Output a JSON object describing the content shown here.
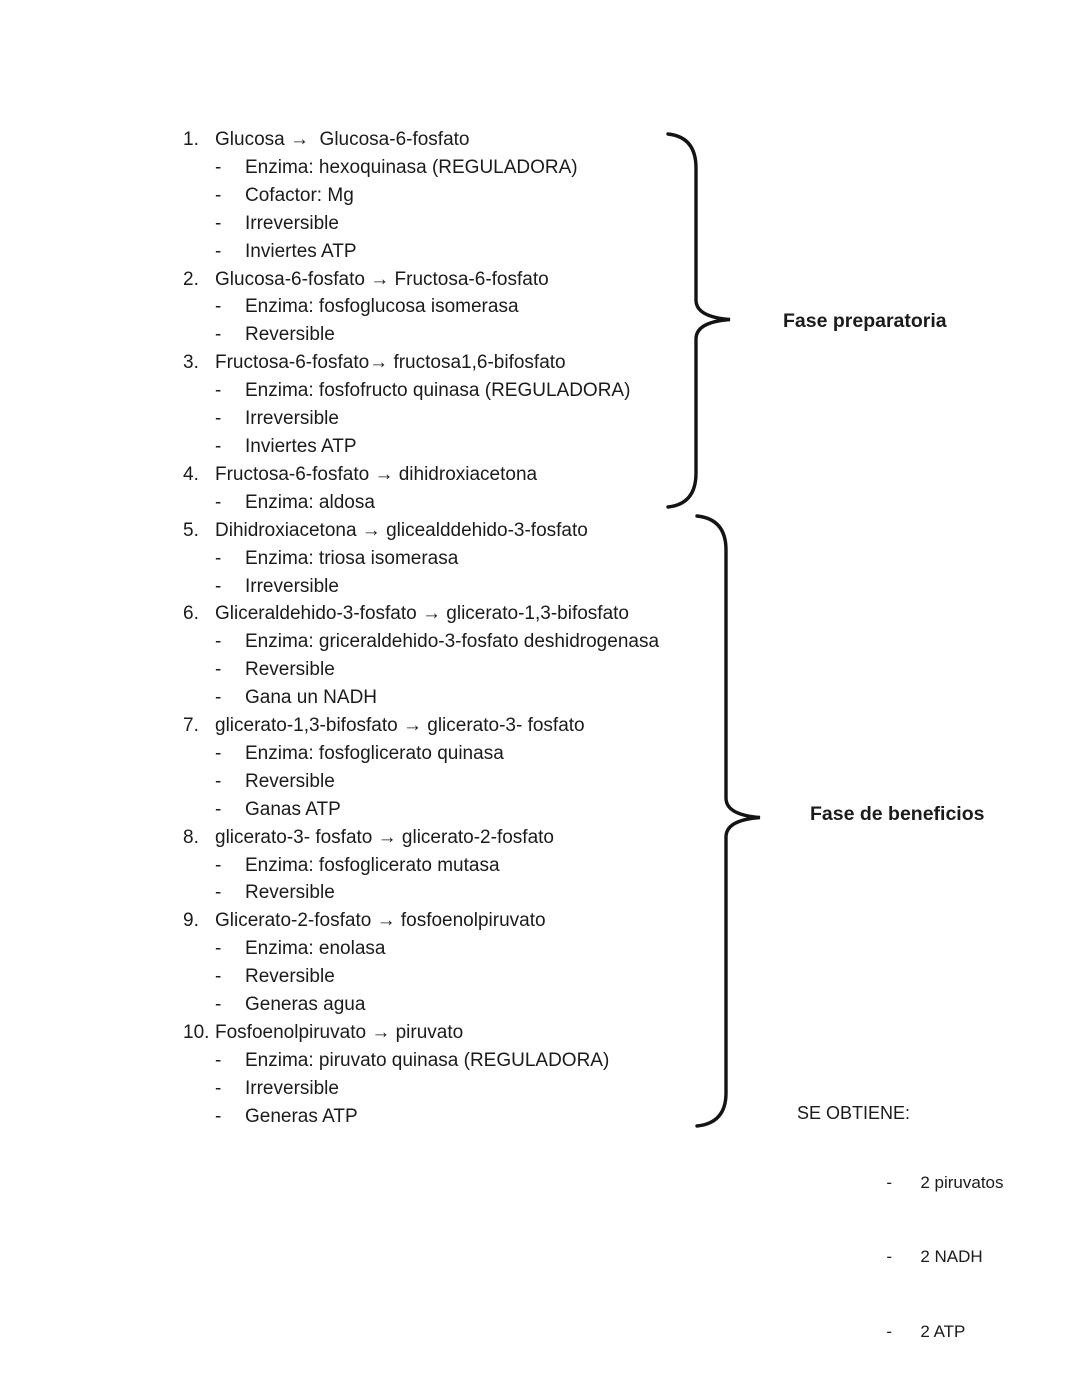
{
  "page": {
    "background": "#ffffff",
    "text_color": "#1b1b1b",
    "brace_color": "#141414"
  },
  "bullet_char": "-",
  "steps": [
    {
      "number": "1.",
      "title": "Glucosa →  Glucosa-6-fosfato",
      "details": [
        "Enzima: hexoquinasa (REGULADORA)",
        "Cofactor: Mg",
        "Irreversible",
        "Inviertes ATP"
      ]
    },
    {
      "number": "2.",
      "title": "Glucosa-6-fosfato → Fructosa-6-fosfato",
      "details": [
        "Enzima: fosfoglucosa isomerasa",
        "Reversible"
      ]
    },
    {
      "number": "3.",
      "title": "Fructosa-6-fosfato→ fructosa1,6-bifosfato",
      "details": [
        "Enzima: fosfofructo quinasa (REGULADORA)",
        "Irreversible",
        "Inviertes ATP"
      ]
    },
    {
      "number": "4.",
      "title": "Fructosa-6-fosfato → dihidroxiacetona",
      "details": [
        "Enzima: aldosa"
      ]
    },
    {
      "number": "5.",
      "title": "Dihidroxiacetona → glicealddehido-3-fosfato",
      "details": [
        "Enzima: triosa isomerasa",
        "Irreversible"
      ]
    },
    {
      "number": "6.",
      "title": "Gliceraldehido-3-fosfato → glicerato-1,3-bifosfato",
      "details": [
        "Enzima: griceraldehido-3-fosfato deshidrogenasa",
        "Reversible",
        "Gana un NADH"
      ]
    },
    {
      "number": "7.",
      "title": "glicerato-1,3-bifosfato → glicerato-3- fosfato",
      "details": [
        "Enzima: fosfoglicerato quinasa",
        "Reversible",
        "Ganas ATP"
      ]
    },
    {
      "number": "8.",
      "title": "glicerato-3- fosfato → glicerato-2-fosfato",
      "details": [
        "Enzima: fosfoglicerato mutasa",
        "Reversible"
      ]
    },
    {
      "number": "9.",
      "title": "Glicerato-2-fosfato → fosfoenolpiruvato",
      "details": [
        "Enzima: enolasa",
        "Reversible",
        "Generas agua"
      ]
    },
    {
      "number": "10.",
      "title": "Fosfoenolpiruvato → piruvato",
      "details": [
        "Enzima: piruvato quinasa (REGULADORA)",
        "Irreversible",
        "Generas ATP"
      ]
    }
  ],
  "phase_labels": {
    "preparatory": "Fase preparatoria",
    "benefits": "Fase de beneficios"
  },
  "results": {
    "heading": "SE OBTIENE:",
    "items": [
      "2 piruvatos",
      "2 NADH",
      "2 ATP"
    ]
  }
}
